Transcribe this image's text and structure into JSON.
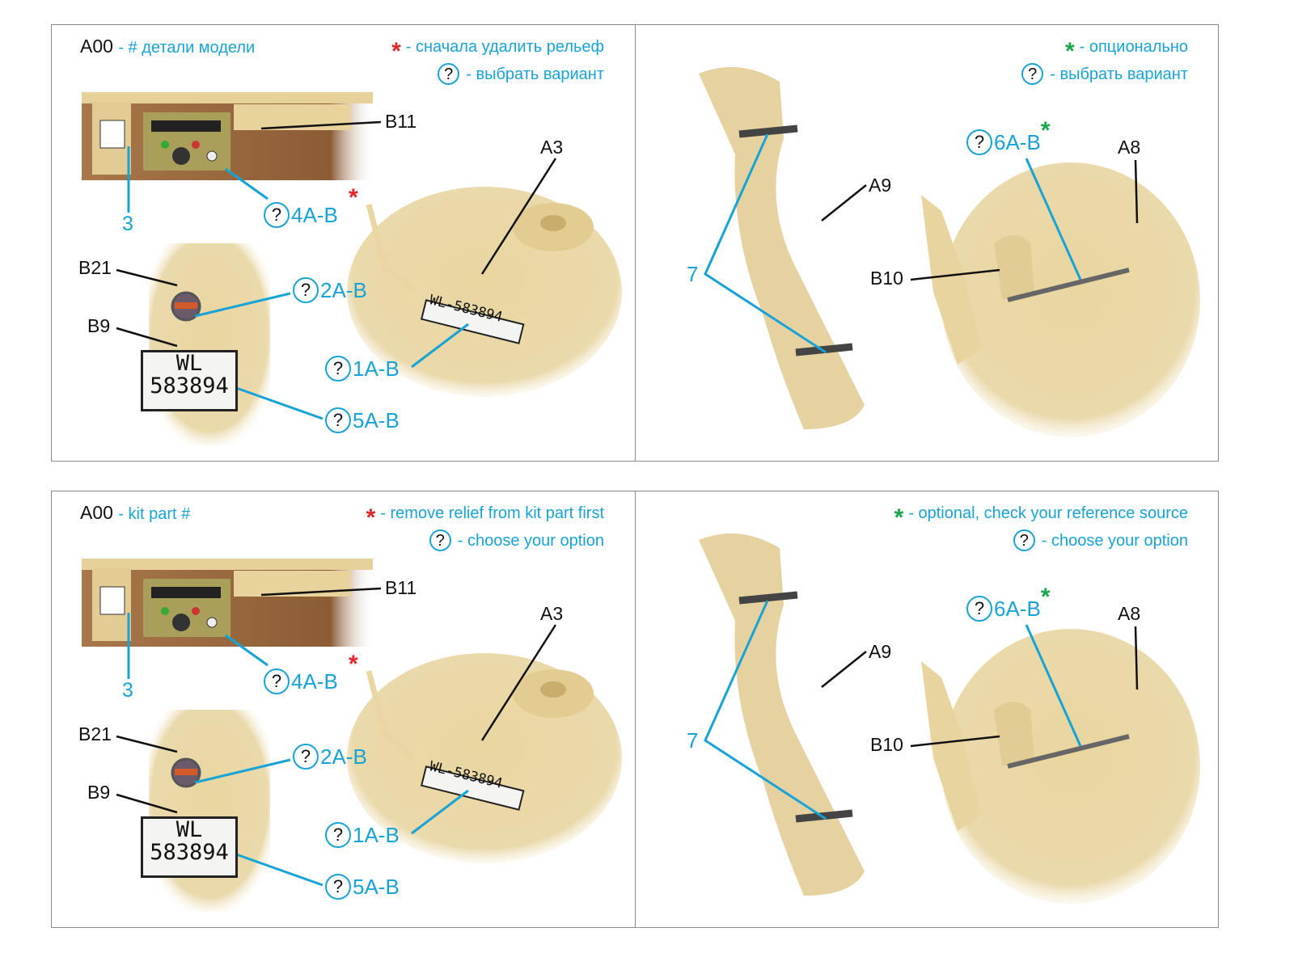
{
  "colors": {
    "accent": "#17a3d6",
    "required_star": "#e0262a",
    "optional_star": "#1aa64a"
  },
  "icons": {
    "choose_option": "circled-question-icon",
    "remove_relief": "red-asterisk-icon",
    "optional": "green-asterisk-icon"
  },
  "top": {
    "part_code": "A00",
    "part_desc": "- # детали модели",
    "legend_remove": "- сначала удалить рельеф",
    "legend_choose": "- выбрать вариант",
    "legend_optional": "- опционально",
    "legend_choose_right": "- выбрать вариант"
  },
  "bottom": {
    "part_code": "A00",
    "part_desc": "- kit part #",
    "legend_remove": "- remove relief from kit part first",
    "legend_choose": "- choose your option",
    "legend_optional": "- optional, check your reference source",
    "legend_choose_right": "- choose your option"
  },
  "labels": {
    "q": "?",
    "star": "*",
    "b11": "B11",
    "a3": "A3",
    "n3": "3",
    "c4": "4A-B",
    "b21": "B21",
    "c2": "2A-B",
    "b9": "B9",
    "c1": "1A-B",
    "c5": "5A-B",
    "plate_line": "WL-583894",
    "plate_top": "WL",
    "plate_bottom": "583894",
    "n7": "7",
    "a9": "A9",
    "c6": "6A-B",
    "a8": "A8",
    "b10": "B10"
  }
}
